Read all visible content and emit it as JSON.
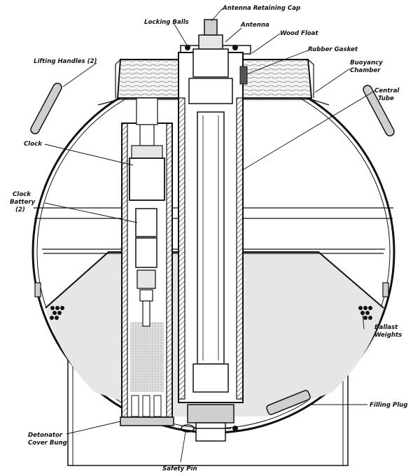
{
  "labels": {
    "antenna_retaining_cap": "Antenna Retaining Cap",
    "locking_balls": "Locking Balls",
    "antenna": "Antenna",
    "wood_float": "Wood Float",
    "lifting_handles": "Lifting Handles (2)",
    "rubber_gasket": "Rubber Gasket",
    "buoyancy_chamber_1": "Buoyancy",
    "buoyancy_chamber_2": "Chamber",
    "central_tube_1": "Central",
    "central_tube_2": "Tube",
    "clock": "Clock",
    "clock_battery_1": "Clock",
    "clock_battery_2": "Battery",
    "clock_battery_3": "(2)",
    "ballast_weights_1": "Ballast",
    "ballast_weights_2": "Weights",
    "filling_plug": "Filling Plug",
    "detonator_cover_bung_1": "Detonator",
    "detonator_cover_bung_2": "Cover Bung",
    "safety_pin": "Safety Pin"
  },
  "colors": {
    "ink": "#111111",
    "paper": "#ffffff",
    "fill_light": "#e6e6e6",
    "fill_mid": "#cfcfcf"
  }
}
